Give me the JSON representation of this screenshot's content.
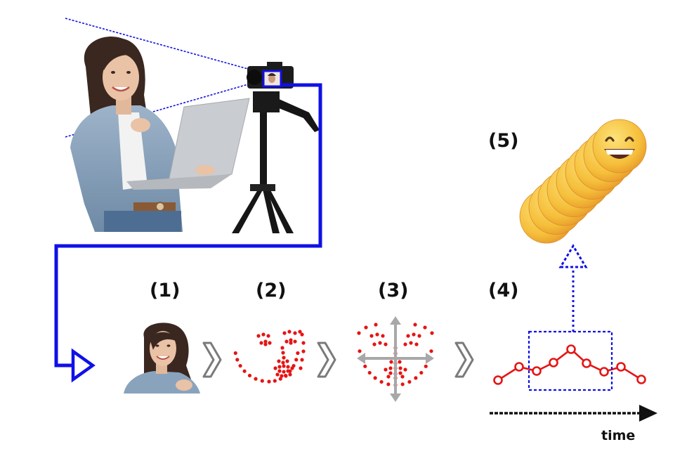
{
  "steps": [
    {
      "label": "(1)",
      "icon": "face-photo"
    },
    {
      "label": "(2)",
      "icon": "facial-landmarks"
    },
    {
      "label": "(3)",
      "icon": "aligned-landmarks"
    },
    {
      "label": "(4)",
      "icon": "time-series"
    },
    {
      "label": "(5)",
      "icon": "emoji-stack"
    }
  ],
  "time_axis": {
    "label": "time"
  },
  "colors": {
    "pipeline_blue": "#1010e6",
    "landmark_red": "#e61414",
    "chevron_gray": "#7a7a7a",
    "arrow_gray": "#a8a8a8",
    "emoji_yellow": "#f7c53e"
  }
}
